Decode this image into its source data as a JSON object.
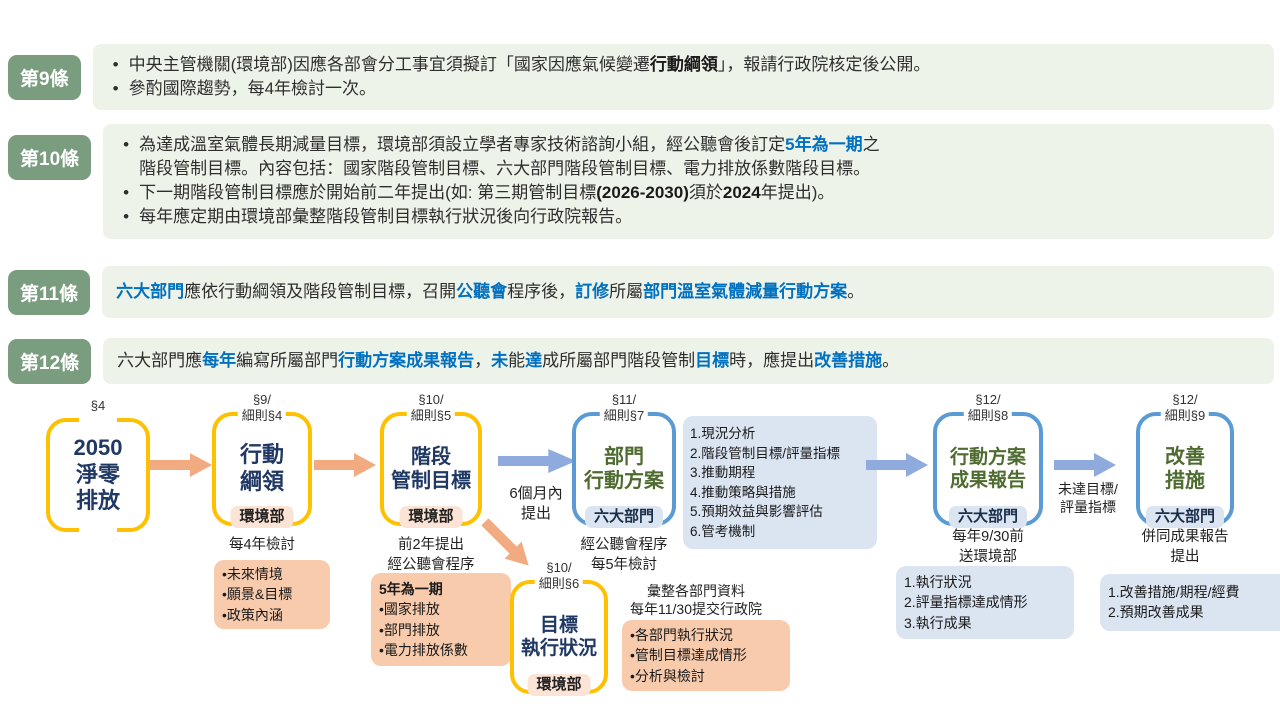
{
  "colors": {
    "accent_blue": "#0070C0",
    "label_green": "#7a9d7f",
    "row_bg": "#eef3ea",
    "frame_yellow": "#FFC000",
    "frame_blue": "#5B9BD5",
    "navy": "#1F3864",
    "dark_green": "#4e6b30",
    "badge_peach": "#fbe3d5",
    "badge_blue": "#dbe5f2",
    "box_peach": "#f8cbad",
    "box_blue": "#dbe5f2",
    "arrow_orange": "#f2ab81",
    "arrow_blue": "#8faadc"
  },
  "articles": [
    {
      "label": "第9條",
      "bullets": [
        [
          {
            "t": "中央主管機關(環境部)因應各部會分工事宜須擬訂「國家因應氣候變遷",
            "s": "n"
          },
          {
            "t": "行動綱領",
            "s": "b"
          },
          {
            "t": "」，報請行政院核定後公開。",
            "s": "n"
          }
        ],
        [
          {
            "t": "參酌國際趨勢，每4年檢討一次。",
            "s": "n"
          }
        ]
      ]
    },
    {
      "label": "第10條",
      "bullets": [
        [
          {
            "t": "為達成溫室氣體長期減量目標，環境部須設立學者專家技術諮詢小組，經公聽會後訂定",
            "s": "n"
          },
          {
            "t": "5年為一期",
            "s": "bb"
          },
          {
            "t": "之\n階段管制目標。內容包括：國家階段管制目標、六大部門階段管制目標、電力排放係數階段目標。",
            "s": "n"
          }
        ],
        [
          {
            "t": "下一期階段管制目標應於開始前二年提出(如: 第三期管制目標",
            "s": "n"
          },
          {
            "t": "(2026-2030)",
            "s": "b"
          },
          {
            "t": "須於",
            "s": "n"
          },
          {
            "t": "2024",
            "s": "b"
          },
          {
            "t": "年提出)。",
            "s": "n"
          }
        ],
        [
          {
            "t": "每年應定期由環境部彙整階段管制目標執行狀況後向行政院報告。",
            "s": "n"
          }
        ]
      ]
    },
    {
      "label": "第11條",
      "bullets": [
        [
          {
            "t": "六大部門",
            "s": "bb"
          },
          {
            "t": "應依行動綱領及階段管制目標，召開",
            "s": "n"
          },
          {
            "t": "公聽會",
            "s": "bb"
          },
          {
            "t": "程序後，",
            "s": "n"
          },
          {
            "t": "訂修",
            "s": "bb"
          },
          {
            "t": "所屬",
            "s": "n"
          },
          {
            "t": "部門溫室氣體減量行動方案",
            "s": "bb"
          },
          {
            "t": "。",
            "s": "n"
          }
        ]
      ]
    },
    {
      "label": "第12條",
      "bullets": [
        [
          {
            "t": "六大部門應",
            "s": "n"
          },
          {
            "t": "每年",
            "s": "bb"
          },
          {
            "t": "編寫所屬部門",
            "s": "n"
          },
          {
            "t": "行動方案成果報告",
            "s": "bb"
          },
          {
            "t": "，",
            "s": "n"
          },
          {
            "t": "未",
            "s": "bb"
          },
          {
            "t": "能",
            "s": "n"
          },
          {
            "t": "達",
            "s": "bb"
          },
          {
            "t": "成所屬部門階段管制",
            "s": "n"
          },
          {
            "t": "目標",
            "s": "bb"
          },
          {
            "t": "時，應提出",
            "s": "n"
          },
          {
            "t": "改善措施",
            "s": "bb"
          },
          {
            "t": "。",
            "s": "n"
          }
        ]
      ]
    }
  ],
  "flow": {
    "nodes": {
      "n1": {
        "sec": "§4",
        "title": "2050\n淨零\n排放"
      },
      "n2": {
        "sec": "§9/\n細則§4",
        "title": "行動\n綱領",
        "badge": "環境部",
        "note": "每4年檢討"
      },
      "n3": {
        "sec": "§10/\n細則§5",
        "title": "階段\n管制目標",
        "badge": "環境部",
        "note": "前2年提出\n經公聽會程序"
      },
      "n4": {
        "sec": "§11/\n細則§7",
        "title": "部門\n行動方案",
        "badge": "六大部門",
        "note": "經公聽會程序\n每5年檢討"
      },
      "n5": {
        "sec": "§10/\n細則§6",
        "title": "目標\n執行狀況",
        "badge": "環境部"
      },
      "n6": {
        "sec": "§12/\n細則§8",
        "title": "行動方案\n成果報告",
        "badge": "六大部門",
        "note": "每年9/30前\n送環境部"
      },
      "n7": {
        "sec": "§12/\n細則§9",
        "title": "改善\n措施",
        "badge": "六大部門",
        "note": "併同成果報告\n提出"
      }
    },
    "labels": {
      "six_months": "6個月內\n提出",
      "miss_target": "未達目標/\n評量指標",
      "collect": "彙整各部門資料\n每年11/30提交行政院"
    },
    "boxes": {
      "guideline_items": [
        "•未來情境",
        "•願景&目標",
        "•政策內涵"
      ],
      "period_title": "5年為一期",
      "period_items": [
        "•國家排放",
        "•部門排放",
        "•電力排放係數"
      ],
      "plan_items": [
        "1.現況分析",
        "2.階段管制目標/評量指標",
        "3.推動期程",
        "4.推動策略與措施",
        "5.預期效益與影響評估",
        "6.管考機制"
      ],
      "status_items": [
        "•各部門執行狀況",
        "•管制目標達成情形",
        "•分析與檢討"
      ],
      "report_items": [
        "1.執行狀況",
        "2.評量指標達成情形",
        "3.執行成果"
      ],
      "improve_items": [
        "1.改善措施/期程/經費",
        "2.預期改善成果"
      ]
    }
  }
}
